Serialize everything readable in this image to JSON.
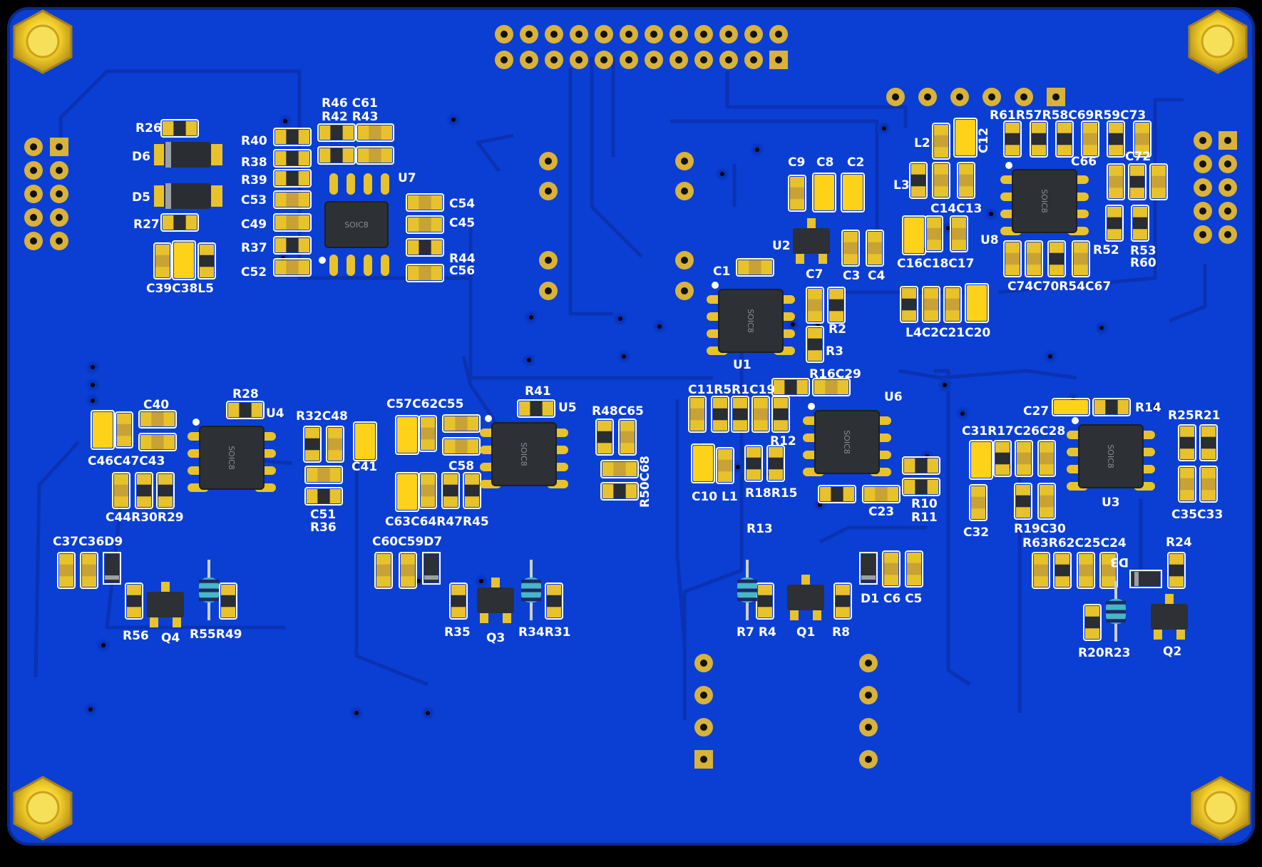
{
  "board": {
    "colors": {
      "background": "#000000",
      "solder_mask": "#0b3fd3",
      "trace": "#0a34b8",
      "pad": "#e8c22a",
      "silk": "#ffffff",
      "ic_body": "#2d3034",
      "ceramic": "#c8a235",
      "tantalum": "#ffd21a",
      "copper_ring": "#d9b23a"
    }
  },
  "ic_package_label": "SOIC8",
  "components": {
    "R26": "R26",
    "D6": "D6",
    "D5": "D5",
    "R27": "R27",
    "C39C38L5": "C39C38L5",
    "R40": "R40",
    "R38": "R38",
    "R39": "R39",
    "C53": "C53",
    "C49": "C49",
    "R37": "R37",
    "C52": "C52",
    "R46C61": "R46  C61",
    "R42R43": "R42  R43",
    "U7": "U7",
    "C54": "C54",
    "C45": "C45",
    "R44": "R44",
    "C56": "C56",
    "C9": "C9",
    "C8": "C8",
    "C2": "C2",
    "U2": "U2",
    "C7": "C7",
    "C3": "C3",
    "C4": "C4",
    "C1": "C1",
    "R2": "R2",
    "R3": "R3",
    "U1": "U1",
    "R61": "R61R57R58C69R59C73",
    "L2": "L2",
    "C12": "C12",
    "L3": "L3",
    "C66": "C66",
    "C72": "C72",
    "C14C13": "C14C13",
    "U8": "U8",
    "C16C18C17": "C16C18C17",
    "R52": "R52",
    "R53": "R53",
    "R60": "R60",
    "C74C70R54C67": "C74C70R54C67",
    "L4C2C21C20": "L4C2C21C20",
    "C40": "C40",
    "R28": "R28",
    "U4": "U4",
    "R32C48": "R32C48",
    "C46C47C43": "C46C47C43",
    "C41": "C41",
    "C44R30R29": "C44R30R29",
    "C51": "C51",
    "R36": "R36",
    "C57C62C55": "C57C62C55",
    "R41": "R41",
    "U5": "U5",
    "R48C65": "R48C65",
    "C58": "C58",
    "C63C64R47R45": "C63C64R47R45",
    "R50C68": "R50C68",
    "R16C29": "R16C29",
    "C11R5R1C19": "C11R5R1C19",
    "U6": "U6",
    "R12": "R12",
    "C10L1": "C10 L1",
    "R18R15": "R18R15",
    "C23": "C23",
    "R10": "R10",
    "R11": "R11",
    "C27": "C27",
    "R14": "R14",
    "R25R21": "R25R21",
    "C31R17C26C28": "C31R17C26C28",
    "U3": "U3",
    "C32": "C32",
    "R19C30": "R19C30",
    "C35C33": "C35C33",
    "C37C36D9": "C37C36D9",
    "R56": "R56",
    "Q4": "Q4",
    "R55R49": "R55R49",
    "C60C59D7": "C60C59D7",
    "R35": "R35",
    "Q3": "Q3",
    "R34R31": "R34R31",
    "R13": "R13",
    "R7R4": "R7  R4",
    "Q1": "Q1",
    "R8": "R8",
    "D1C6C5": "D1  C6  C5",
    "R63R62C25C24": "R63R62C25C24",
    "D3": "D3",
    "R24": "R24",
    "R20R23": "R20R23",
    "Q2": "Q2"
  },
  "icons": [
    "mounting-hole-icon",
    "pin-header-icon",
    "soic8-chip-icon",
    "sot23-transistor-icon",
    "axial-resistor-icon"
  ]
}
